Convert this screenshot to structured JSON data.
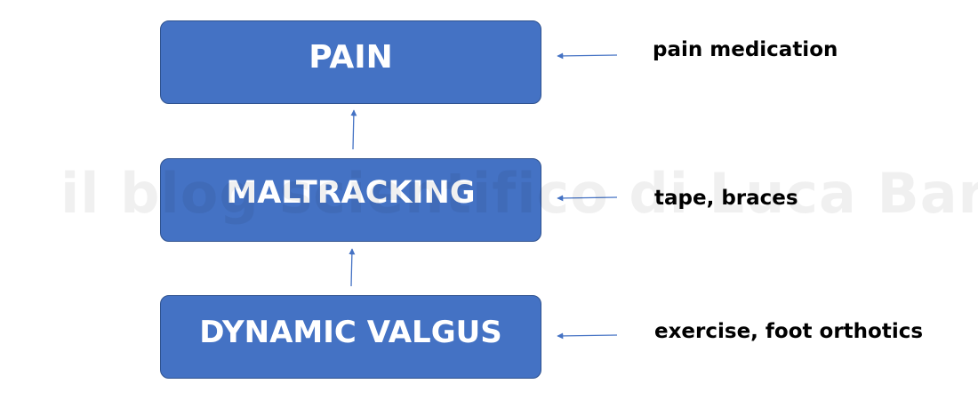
{
  "diagram": {
    "nodes": [
      {
        "id": "pain",
        "label": "PAIN"
      },
      {
        "id": "maltracking",
        "label": "MALTRACKING"
      },
      {
        "id": "dynamic_valgus",
        "label": "DYNAMIC VALGUS"
      }
    ],
    "edges": [
      {
        "from": "dynamic_valgus",
        "to": "maltracking"
      },
      {
        "from": "maltracking",
        "to": "pain"
      }
    ],
    "interventions": [
      {
        "target": "pain",
        "label": "pain medication"
      },
      {
        "target": "maltracking",
        "label": "tape, braces"
      },
      {
        "target": "dynamic_valgus",
        "label": "exercise, foot orthotics"
      }
    ],
    "colors": {
      "box_fill": "#4472c4",
      "box_border": "#2f528f",
      "box_text": "#ffffff",
      "arrow": "#4472c4",
      "intervention_text": "#000000"
    }
  },
  "watermark": {
    "text": "il blog scientifico di Luca Barni"
  }
}
